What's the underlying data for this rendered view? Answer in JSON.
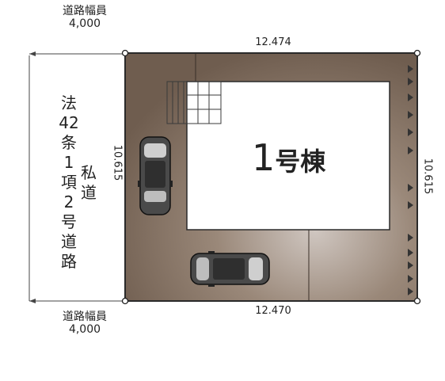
{
  "road_top": {
    "line1": "道路幅員",
    "line2": "4,000"
  },
  "road_bottom": {
    "line1": "道路幅員",
    "line2": "4,000"
  },
  "road_type": {
    "chars": [
      "法",
      "42",
      "条",
      "1",
      "項",
      "2",
      "号",
      "道",
      "路"
    ]
  },
  "private_road": {
    "chars": [
      "私",
      "道"
    ]
  },
  "dimensions": {
    "top": "12.474",
    "bottom": "12.470",
    "left": "10.615",
    "right": "10.615"
  },
  "house": {
    "number": "1",
    "suffix": "号棟"
  },
  "colors": {
    "lot": "#7d6a5c",
    "lot_highlight": "#c9bfb8",
    "house": "#ffffff",
    "outline": "#2a2a2a"
  }
}
